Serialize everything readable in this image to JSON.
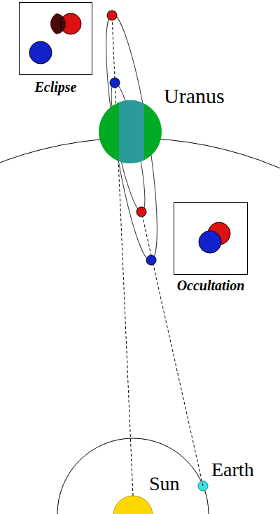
{
  "diagram": {
    "nodes": [
      {
        "text": [
          "Eclipse"
        ]
      },
      {
        "text": [
          "Occultation"
        ]
      }
    ],
    "labels": [
      "Uranus",
      "Earth",
      "Sun"
    ]
  }
}
